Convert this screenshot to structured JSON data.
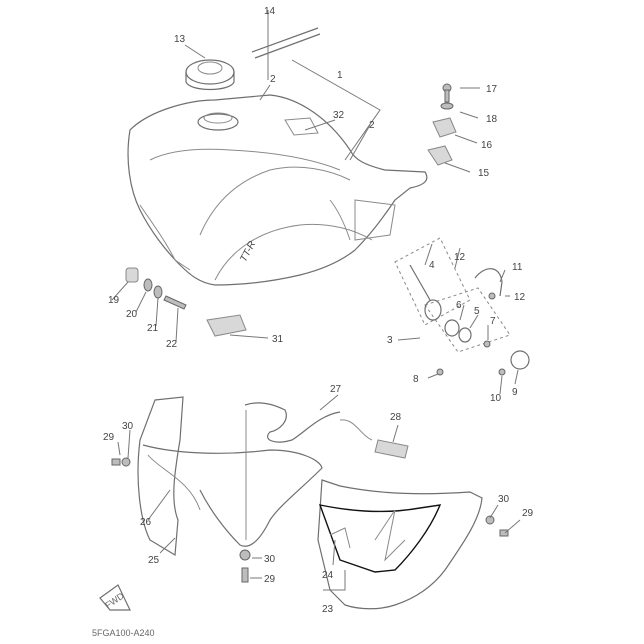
{
  "diagram": {
    "caption": "5FGA100-A240",
    "fwd_mark": "FWD",
    "tank_logo": "TT-R",
    "callouts": {
      "c1": "1",
      "c2a": "2",
      "c2b": "2",
      "c3": "3",
      "c4": "4",
      "c5": "5",
      "c6": "6",
      "c7": "7",
      "c8": "8",
      "c9": "9",
      "c10": "10",
      "c11": "11",
      "c12a": "12",
      "c12b": "12",
      "c13": "13",
      "c14": "14",
      "c15": "15",
      "c16": "16",
      "c17": "17",
      "c18": "18",
      "c19": "19",
      "c20": "20",
      "c21": "21",
      "c22": "22",
      "c23": "23",
      "c24": "24",
      "c25": "25",
      "c26": "26",
      "c27": "27",
      "c28": "28",
      "c29a": "29",
      "c29b": "29",
      "c29c": "29",
      "c30a": "30",
      "c30b": "30",
      "c30c": "30",
      "c31": "31",
      "c32": "32"
    }
  }
}
